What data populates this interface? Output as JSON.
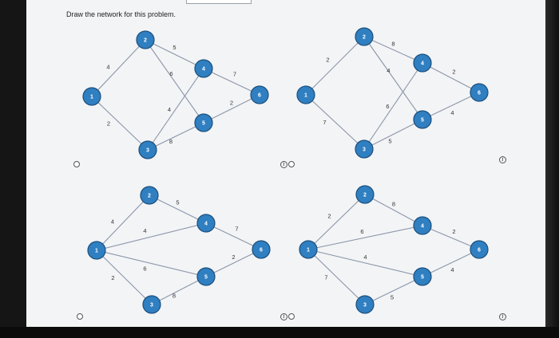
{
  "question": {
    "prompt": "Draw the network for this problem."
  },
  "options": [
    {
      "id": "A",
      "nodes": [
        "1",
        "2",
        "3",
        "4",
        "5",
        "6"
      ],
      "edges": [
        {
          "from": "1",
          "to": "2",
          "weight": "4"
        },
        {
          "from": "1",
          "to": "3",
          "weight": "2"
        },
        {
          "from": "2",
          "to": "4",
          "weight": "5"
        },
        {
          "from": "2",
          "to": "5",
          "weight": "6"
        },
        {
          "from": "3",
          "to": "4",
          "weight": "4"
        },
        {
          "from": "3",
          "to": "5",
          "weight": "8"
        },
        {
          "from": "4",
          "to": "6",
          "weight": "7"
        },
        {
          "from": "5",
          "to": "6",
          "weight": "2"
        }
      ]
    },
    {
      "id": "B",
      "nodes": [
        "1",
        "2",
        "3",
        "4",
        "5",
        "6"
      ],
      "edges": [
        {
          "from": "1",
          "to": "2",
          "weight": "2"
        },
        {
          "from": "1",
          "to": "3",
          "weight": "7"
        },
        {
          "from": "2",
          "to": "4",
          "weight": "8"
        },
        {
          "from": "2",
          "to": "5",
          "weight": "4"
        },
        {
          "from": "3",
          "to": "4",
          "weight": "6"
        },
        {
          "from": "3",
          "to": "5",
          "weight": "5"
        },
        {
          "from": "4",
          "to": "6",
          "weight": "2"
        },
        {
          "from": "5",
          "to": "6",
          "weight": "4"
        }
      ]
    },
    {
      "id": "C",
      "nodes": [
        "1",
        "2",
        "3",
        "4",
        "5",
        "6"
      ],
      "edges": [
        {
          "from": "1",
          "to": "2",
          "weight": "4"
        },
        {
          "from": "1",
          "to": "3",
          "weight": "2"
        },
        {
          "from": "2",
          "to": "4",
          "weight": "5"
        },
        {
          "from": "1",
          "to": "4",
          "weight": "4"
        },
        {
          "from": "1",
          "to": "5",
          "weight": "6"
        },
        {
          "from": "3",
          "to": "5",
          "weight": "8"
        },
        {
          "from": "4",
          "to": "6",
          "weight": "7"
        },
        {
          "from": "5",
          "to": "6",
          "weight": "2"
        }
      ]
    },
    {
      "id": "D",
      "nodes": [
        "1",
        "2",
        "3",
        "4",
        "5",
        "6"
      ],
      "edges": [
        {
          "from": "1",
          "to": "2",
          "weight": "2"
        },
        {
          "from": "1",
          "to": "3",
          "weight": "7"
        },
        {
          "from": "2",
          "to": "4",
          "weight": "8"
        },
        {
          "from": "1",
          "to": "4",
          "weight": "6"
        },
        {
          "from": "1",
          "to": "5",
          "weight": "4"
        },
        {
          "from": "3",
          "to": "5",
          "weight": "5"
        },
        {
          "from": "4",
          "to": "6",
          "weight": "2"
        },
        {
          "from": "5",
          "to": "6",
          "weight": "4"
        }
      ]
    }
  ],
  "colors": {
    "node_fill": "#2f7fc1",
    "node_stroke": "#1c4f7c",
    "edge": "#8a96a8"
  },
  "icons": {
    "radio": "radio-button",
    "info": "info-icon"
  }
}
